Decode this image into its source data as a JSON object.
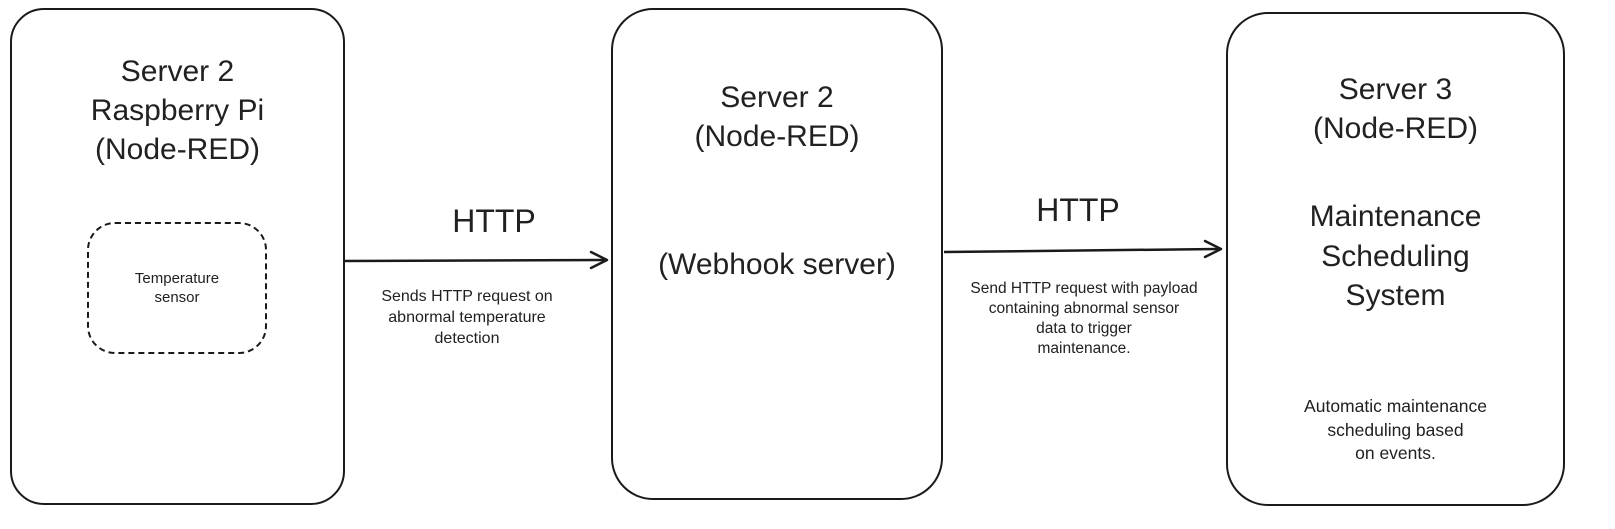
{
  "diagram": {
    "nodes": [
      {
        "title": "Server 2\nRaspberry Pi\n(Node-RED)",
        "sensor_label": "Temperature\nsensor"
      },
      {
        "title": "Server 2\n(Node-RED)",
        "subtitle": "(Webhook server)"
      },
      {
        "title": "Server 3\n(Node-RED)",
        "subtitle": "Maintenance\nScheduling\nSystem",
        "note": "Automatic maintenance\nscheduling based\non events."
      }
    ],
    "arrows": [
      {
        "label": "HTTP",
        "description": "Sends HTTP request on\nabnormal temperature\ndetection"
      },
      {
        "label": "HTTP",
        "description": "Send HTTP request with payload\ncontaining abnormal sensor\ndata to trigger\nmaintenance."
      }
    ],
    "colors": {
      "stroke": "#1a1a1a",
      "text": "#212121",
      "background": "#ffffff"
    }
  }
}
